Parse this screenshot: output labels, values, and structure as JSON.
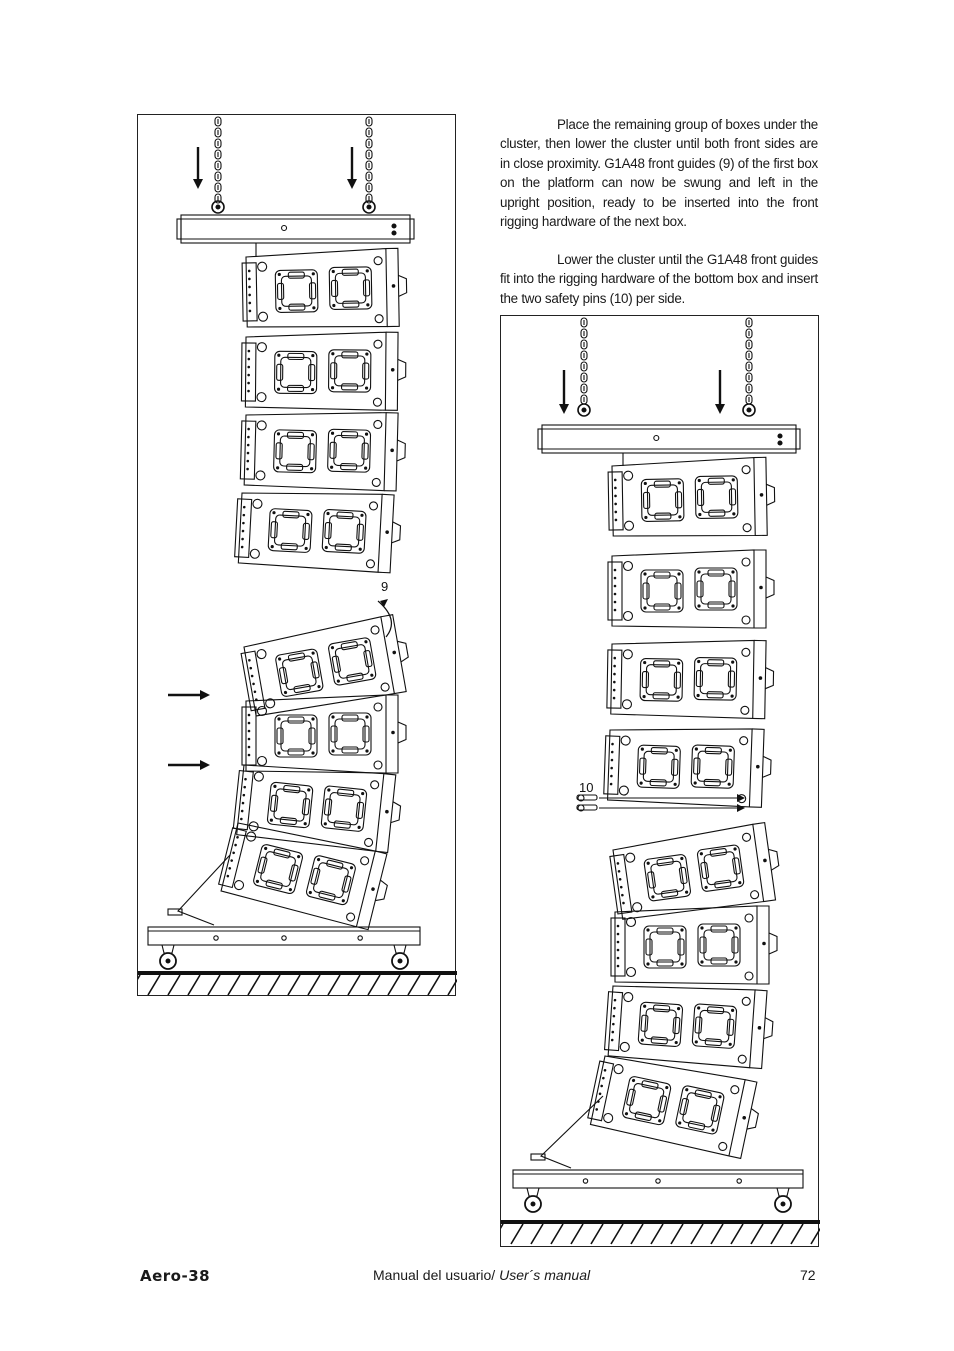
{
  "paragraphs": {
    "p1": "Place the remaining group of boxes under the cluster, then lower the cluster until both front sides are in close proximity. G1A48 front guides (9) of the first box on the platform can now be swung and left in the upright position, ready to be inserted into the front rigging hardware of the next box.",
    "p2": "Lower the cluster until the G1A48 front guides fit into the rigging hardware of the bottom box and insert the two safety pins (10) per side."
  },
  "figures": {
    "left": {
      "callout": "9"
    },
    "right": {
      "callout": "10"
    }
  },
  "footer": {
    "brand": "Aero-38",
    "manual_es": "Manual del usuario/ ",
    "manual_en": "User´s manual",
    "page": "72"
  }
}
